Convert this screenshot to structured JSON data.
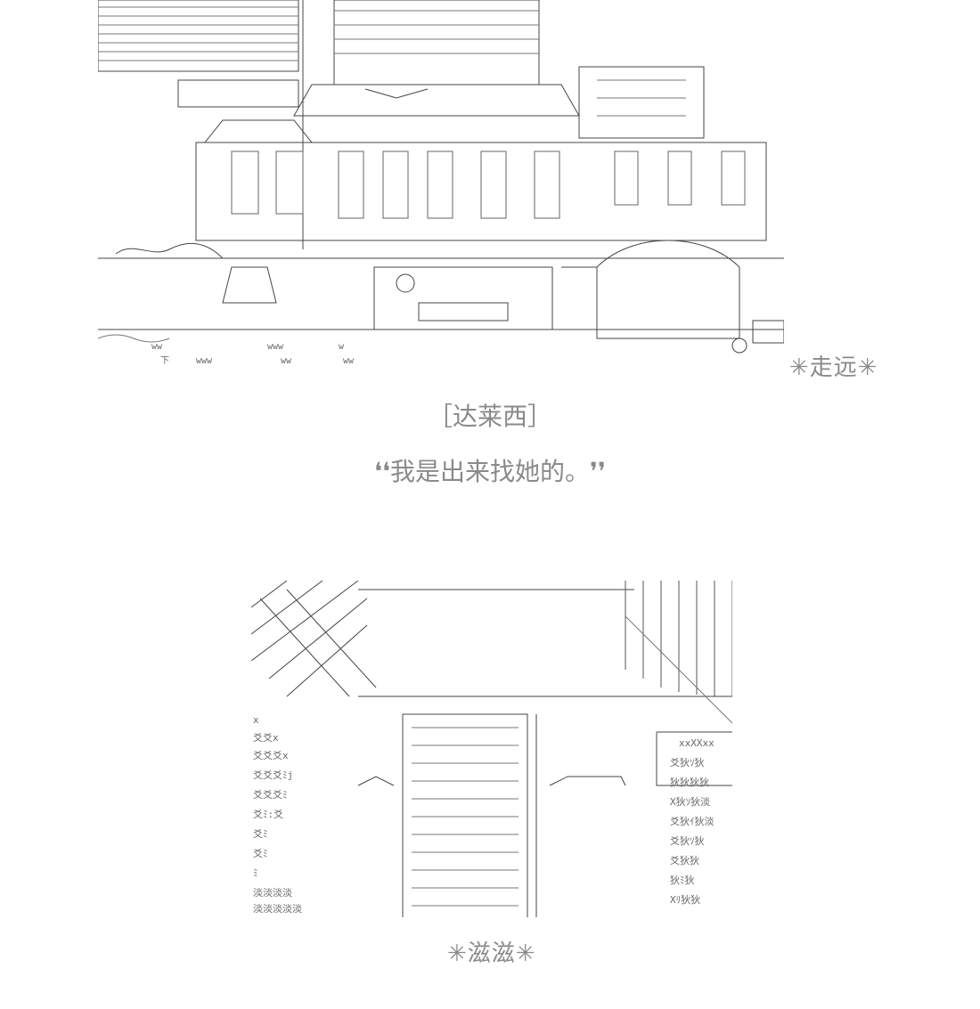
{
  "scene_top": {
    "sfx": "✳走远✳"
  },
  "speaker": {
    "name": "［达莱西］"
  },
  "dialogue": {
    "line": "❛❛我是出来找她的。❜❜"
  },
  "scene_bottom": {
    "sfx": "✳滋滋✳"
  },
  "colors": {
    "ink": "#555555",
    "caption": "#8a8a8a",
    "background": "#ffffff"
  }
}
